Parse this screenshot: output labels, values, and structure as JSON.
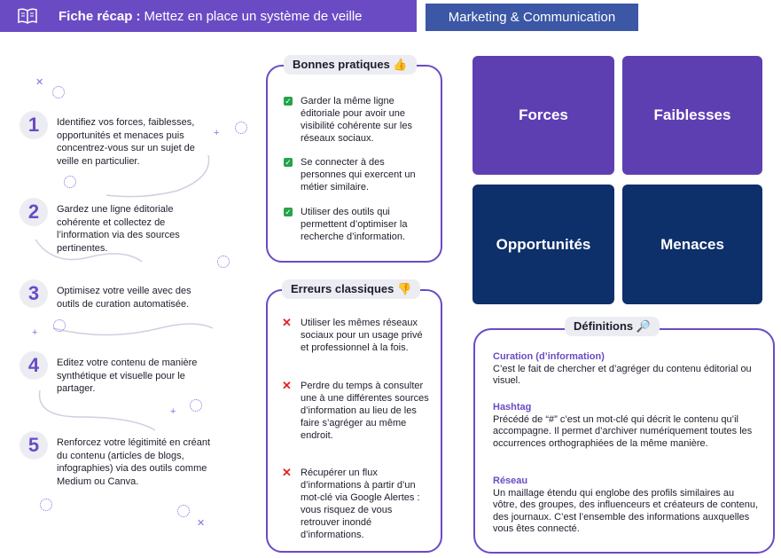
{
  "header": {
    "title_bold": "Fiche récap :",
    "title_rest": "Mettez en place un système de veille",
    "category": "Marketing & Communication"
  },
  "steps": [
    {
      "num": "1",
      "text": "Identifiez vos forces, faiblesses, opportunités et menaces puis concentrez-vous sur un sujet de veille en particulier."
    },
    {
      "num": "2",
      "text": "Gardez une ligne éditoriale cohérente et collectez de l’information via des sources pertinentes."
    },
    {
      "num": "3",
      "text": "Optimisez votre veille avec des outils de curation automatisée."
    },
    {
      "num": "4",
      "text": "Editez votre contenu de manière synthétique et visuelle pour le partager."
    },
    {
      "num": "5",
      "text": "Renforcez votre légitimité en créant du contenu (articles de blogs, infographies) via des outils comme Medium ou Canva."
    }
  ],
  "good": {
    "title": "Bonnes pratiques 👍",
    "items": [
      "Garder la même ligne éditoriale pour avoir une visibilité cohérente sur les réseaux sociaux.",
      "Se connecter à des personnes qui exercent un métier similaire.",
      "Utiliser des outils qui permettent d’optimiser la recherche d’information."
    ]
  },
  "bad": {
    "title": "Erreurs classiques 👎",
    "items": [
      "Utiliser les mêmes réseaux sociaux pour un usage privé et professionnel à la fois.",
      "Perdre du temps à consulter une à une différentes sources d’information au lieu de les faire s’agréger au même endroit.",
      "Récupérer un flux d’informations à partir d’un mot-clé via Google Alertes : vous risquez de vous retrouver inondé d’informations."
    ]
  },
  "swot": {
    "forces": "Forces",
    "faiblesses": "Faiblesses",
    "opportunites": "Opportunités",
    "menaces": "Menaces"
  },
  "definitions": {
    "title": "Définitions 🔎",
    "items": [
      {
        "term": "Curation (d’information)",
        "text": "C’est le fait de chercher et d’agréger du contenu éditorial ou visuel."
      },
      {
        "term": "Hashtag",
        "text": "Précédé de “#” c’est un mot-clé qui décrit le contenu qu’il accompagne. Il permet d’archiver numériquement toutes les occurrences orthographiées de la même manière."
      },
      {
        "term": "Réseau",
        "text": "Un maillage étendu qui englobe des profils similaires au vôtre, des groupes, des influenceurs et créateurs de contenu, des journaux. C’est l’ensemble des informations auxquelles vous êtes connecté."
      }
    ]
  },
  "colors": {
    "accent": "#6a4bc4",
    "category": "#3b57a5",
    "navy": "#0d2f6a",
    "check": "#24a34a",
    "cross": "#e02424"
  }
}
